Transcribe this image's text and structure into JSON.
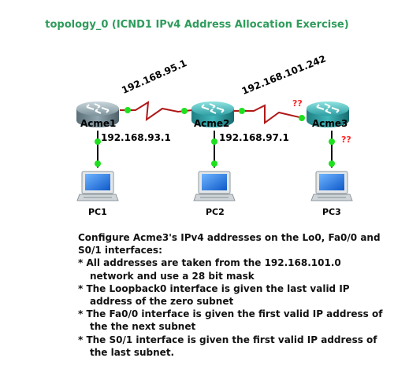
{
  "title": "topology_0 (ICND1 IPv4 Address Allocation Exercise)",
  "routers": [
    {
      "name": "Acme1"
    },
    {
      "name": "Acme2"
    },
    {
      "name": "Acme3"
    }
  ],
  "pcs": [
    {
      "name": "PC1"
    },
    {
      "name": "PC2"
    },
    {
      "name": "PC3"
    }
  ],
  "links": {
    "acme1_acme2_ip": "192.168.95.1",
    "acme2_acme3_ip": "192.168.101.242",
    "acme3_s01_unknown": "??",
    "acme1_lan_ip": "192.168.93.1",
    "acme2_lan_ip": "192.168.97.1",
    "acme3_lan_unknown": "??"
  },
  "instructions": {
    "intro": "Configure Acme3's IPv4 addresses on the Lo0, Fa0/0 and S0/1 interfaces:",
    "items": [
      "*  All addresses are taken from the 192.168.101.0 network and use a 28 bit mask",
      "*  The Loopback0 interface is given the last valid IP address of the zero subnet",
      "*  The Fa0/0 interface is given the first valid IP address of the the next subnet",
      "*  The S0/1 interface is given the first valid IP address of the last subnet."
    ]
  },
  "colors": {
    "title": "#2e9c5b",
    "serial_link": "#b01818",
    "link_dot": "#1fe01f",
    "unknown": "#ff2a2a"
  }
}
